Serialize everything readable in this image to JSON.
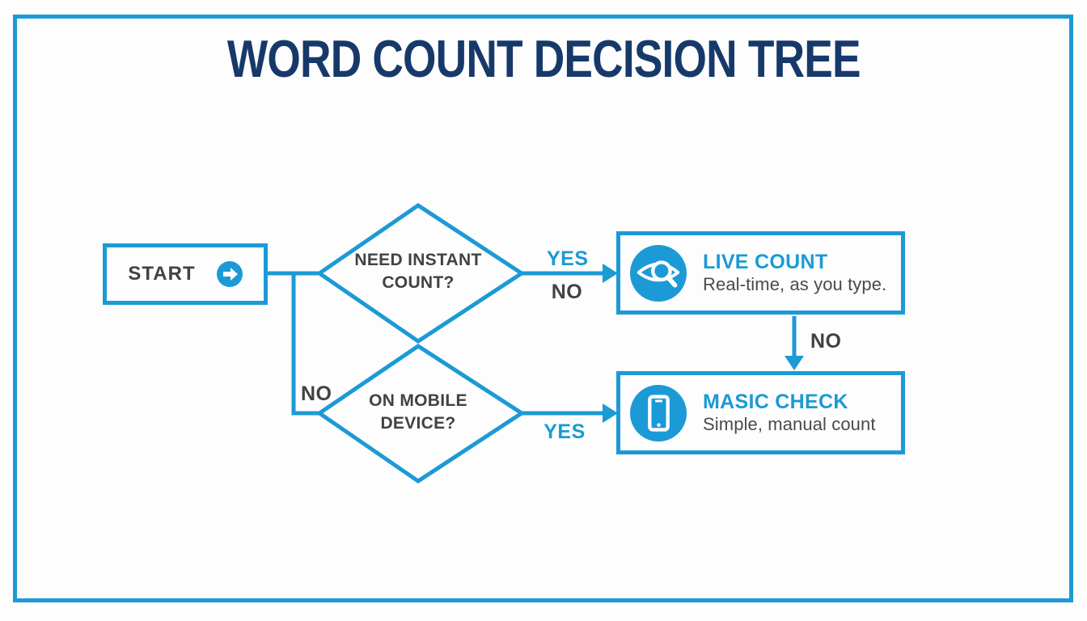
{
  "title": "WORD COUNT DECISION TREE",
  "colors": {
    "accent_blue": "#1c9ad6",
    "title_navy": "#17396a",
    "text_gray": "#414244",
    "background": "#fdfdfd"
  },
  "nodes": {
    "start": {
      "label": "START",
      "icon": "arrow-right-circle-icon"
    },
    "decision1": {
      "line1": "NEED INSTANT",
      "line2": "COUNT?"
    },
    "decision2": {
      "line1": "ON MOBILE",
      "line2": "DEVICE?"
    },
    "live_count": {
      "title": "LIVE COUNT",
      "subtitle": "Real-time, as you type.",
      "icon": "eye-search-icon"
    },
    "masic_check": {
      "title": "MASIC CHECK",
      "subtitle": "Simple, manual count",
      "icon": "smartphone-icon"
    }
  },
  "edges": {
    "decision1_yes": "YES",
    "decision1_no": "NO",
    "livecount_no": "NO",
    "decision2_no": "NO",
    "decision2_yes": "YES"
  }
}
